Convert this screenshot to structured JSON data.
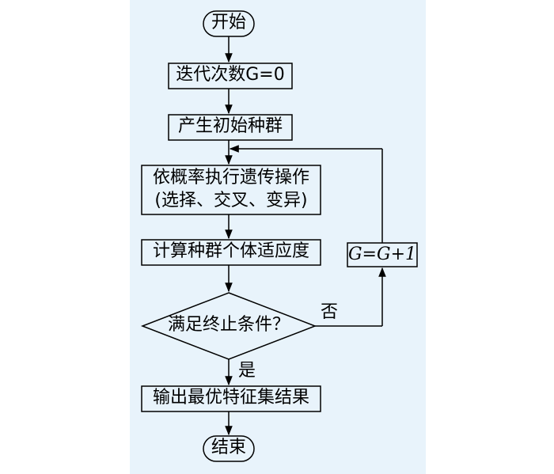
{
  "nodes": {
    "start": "开始",
    "init_g": "迭代次数G=0",
    "init_pop": "产生初始种群",
    "ops_line1": "依概率执行遗传操作",
    "ops_line2": "(选择、交叉、变异)",
    "fitness": "计算种群个体适应度",
    "condition": "满足终止条件？",
    "output": "输出最优特征集结果",
    "end": "结束",
    "increment": "G=G+1"
  },
  "edge_labels": {
    "no": "否",
    "yes": "是"
  },
  "colors": {
    "background": "#e8f3fb",
    "stroke": "#000000"
  }
}
